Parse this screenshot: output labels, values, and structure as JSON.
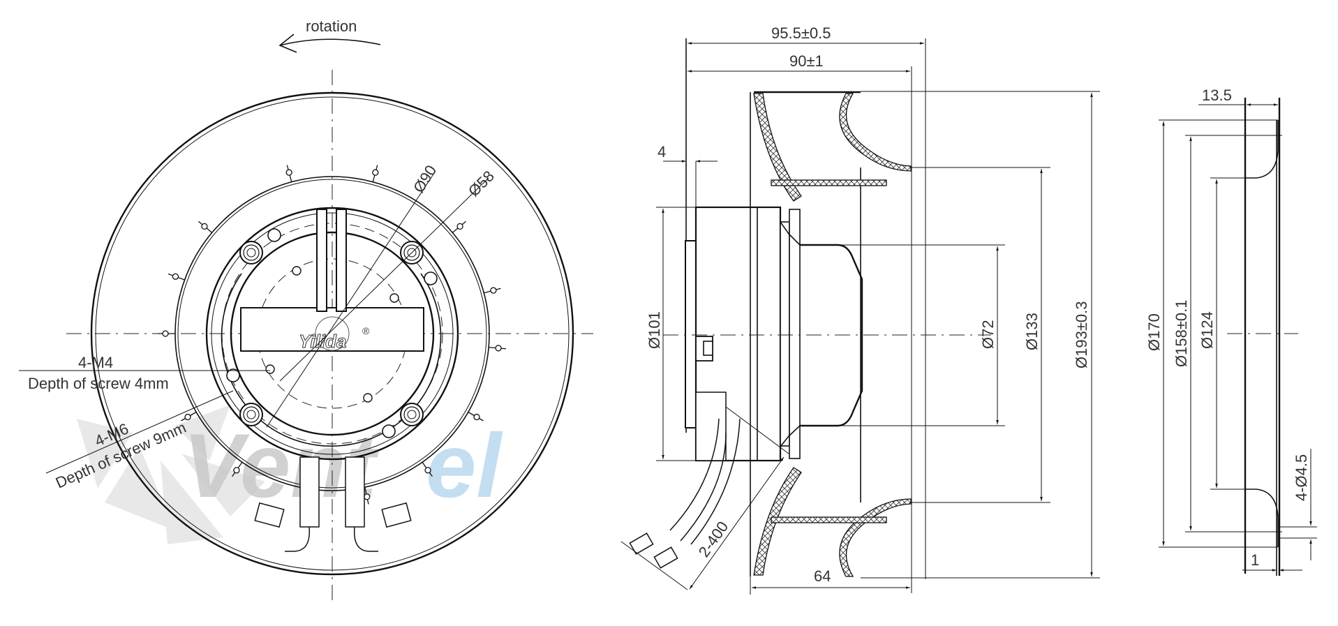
{
  "title": "Centrifugal fan dimensional drawing",
  "colors": {
    "line": "#111111",
    "label": "#333333",
    "watermark_gray": "#c9c9c9",
    "watermark_blue": "#b9d9ee"
  },
  "front_view": {
    "rotation_label": "rotation",
    "logo_text": "Yilida",
    "logo_mark": "®",
    "dim_d90": "Ø90",
    "dim_d58": "Ø58",
    "m4_label": "4-M4",
    "m4_depth": "Depth of screw 4mm",
    "m6_label": "4-M6",
    "m6_depth": "Depth of screw 9mm"
  },
  "side_view": {
    "dim_overall_length": "95.5±0.5",
    "dim_impeller_length": "90±1",
    "dim_flange_thickness": "4",
    "dim_motor_diameter": "Ø101",
    "dim_hub_diameter": "Ø72",
    "dim_inlet_diameter": "Ø133",
    "dim_impeller_diameter": "Ø193±0.3",
    "dim_impeller_height": "64",
    "dim_cable": "2-400"
  },
  "inlet_ring_view": {
    "dim_depth": "13.5",
    "dim_outer": "Ø170",
    "dim_bolt_circle": "Ø158±0.1",
    "dim_inner": "Ø124",
    "dim_holes": "4-Ø4.5",
    "dim_thickness": "1"
  },
  "watermark": {
    "part1": "Vent",
    "part2": "el"
  }
}
